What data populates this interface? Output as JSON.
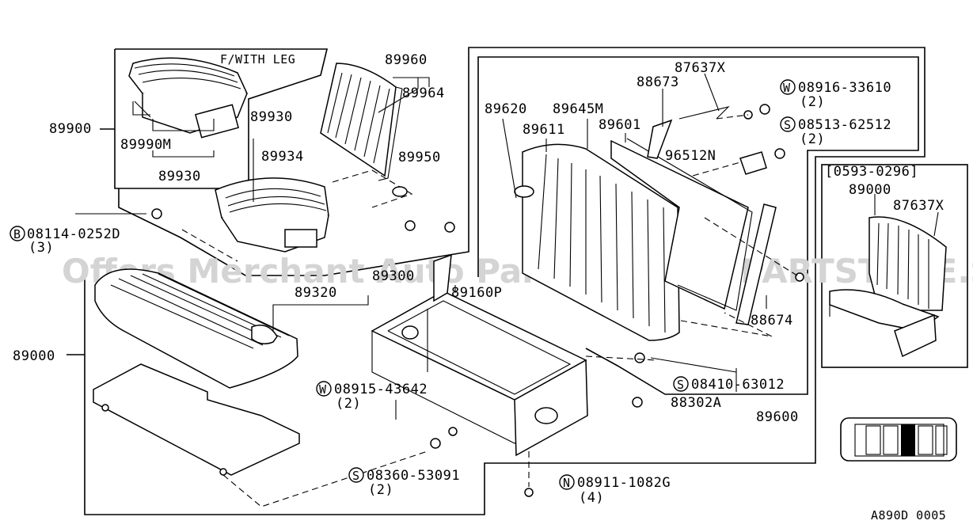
{
  "diagram": {
    "watermark": "Offers Merchant Auto Parts Catalog PARTSTORE.SK",
    "drawing_code": "A890D 0005",
    "inset_note": "F/WITH LEG",
    "inset_date": "[0593-0296]",
    "parts": {
      "p89900": "89900",
      "p89990M": "89990M",
      "p89930a": "89930",
      "p89930b": "89930",
      "p89934": "89934",
      "p89960": "89960",
      "p89964": "89964",
      "p89950": "89950",
      "p87637X": "87637X",
      "p88673": "88673",
      "p89620": "89620",
      "p89645M": "89645M",
      "p89611": "89611",
      "p89601": "89601",
      "p96512N": "96512N",
      "p89000": "89000",
      "p89000b": "89000",
      "p87637Xb": "87637X",
      "p89300": "89300",
      "p89320": "89320",
      "p89160P": "89160P",
      "p88674": "88674",
      "p89600": "89600",
      "p88302A": "88302A"
    },
    "fasteners": [
      {
        "symbol": "W",
        "code": "08916-33610",
        "qty": "(2)"
      },
      {
        "symbol": "S",
        "code": "08513-62512",
        "qty": "(2)"
      },
      {
        "symbol": "B",
        "code": "08114-0252D",
        "qty": "(3)"
      },
      {
        "symbol": "W",
        "code": "08915-43642",
        "qty": "(2)"
      },
      {
        "symbol": "S",
        "code": "08410-63012",
        "qty": ""
      },
      {
        "symbol": "S",
        "code": "08360-53091",
        "qty": "(2)"
      },
      {
        "symbol": "N",
        "code": "08911-1082G",
        "qty": "(4)"
      }
    ]
  }
}
